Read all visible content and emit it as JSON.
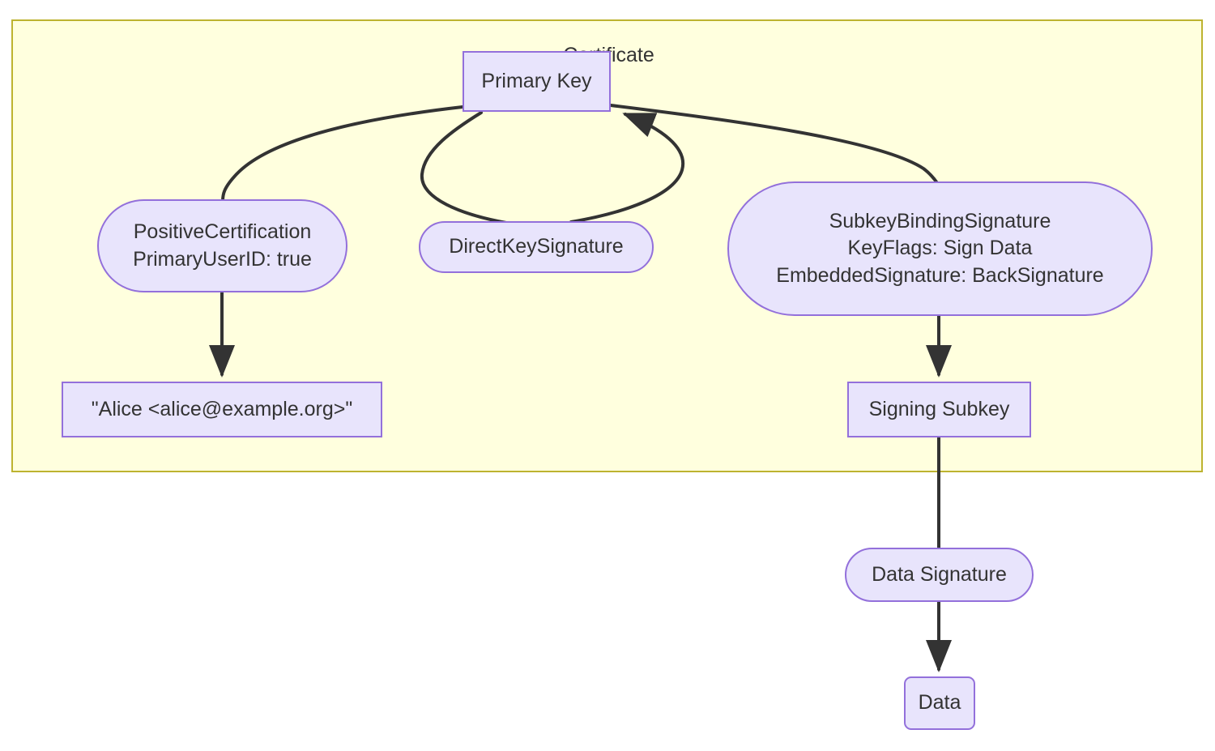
{
  "diagram": {
    "type": "flowchart",
    "title": "Certificate",
    "colors": {
      "subgraph_fill": "#ffffde",
      "subgraph_stroke": "#bdb330",
      "node_fill": "#e8e4fc",
      "node_stroke": "#9370db",
      "text": "#333333",
      "edge": "#333333",
      "page_background": "#ffffff"
    },
    "subgraph": {
      "label": "Certificate"
    },
    "nodes": [
      {
        "id": "primary-key",
        "label": "Primary Key",
        "shape": "rect"
      },
      {
        "id": "positive-certification",
        "label": "PositiveCertification\nPrimaryUserID: true",
        "shape": "stadium"
      },
      {
        "id": "direct-key-signature",
        "label": "DirectKeySignature",
        "shape": "stadium"
      },
      {
        "id": "subkey-binding-signature",
        "label": "SubkeyBindingSignature\nKeyFlags: Sign Data\nEmbeddedSignature: BackSignature",
        "shape": "stadium"
      },
      {
        "id": "user-id",
        "label": "\"Alice <alice@example.org>\"",
        "shape": "rect"
      },
      {
        "id": "signing-subkey",
        "label": "Signing Subkey",
        "shape": "rect"
      },
      {
        "id": "data-signature",
        "label": "Data Signature",
        "shape": "stadium"
      },
      {
        "id": "data",
        "label": "Data",
        "shape": "round-rect"
      }
    ],
    "edges": [
      {
        "from": "primary-key",
        "to": "positive-certification",
        "arrow": false
      },
      {
        "from": "primary-key",
        "to": "direct-key-signature",
        "arrow": false
      },
      {
        "from": "direct-key-signature",
        "to": "primary-key",
        "arrow": true
      },
      {
        "from": "primary-key",
        "to": "subkey-binding-signature",
        "arrow": false
      },
      {
        "from": "positive-certification",
        "to": "user-id",
        "arrow": true
      },
      {
        "from": "subkey-binding-signature",
        "to": "signing-subkey",
        "arrow": true
      },
      {
        "from": "signing-subkey",
        "to": "data-signature",
        "arrow": false
      },
      {
        "from": "data-signature",
        "to": "data",
        "arrow": true
      }
    ]
  }
}
